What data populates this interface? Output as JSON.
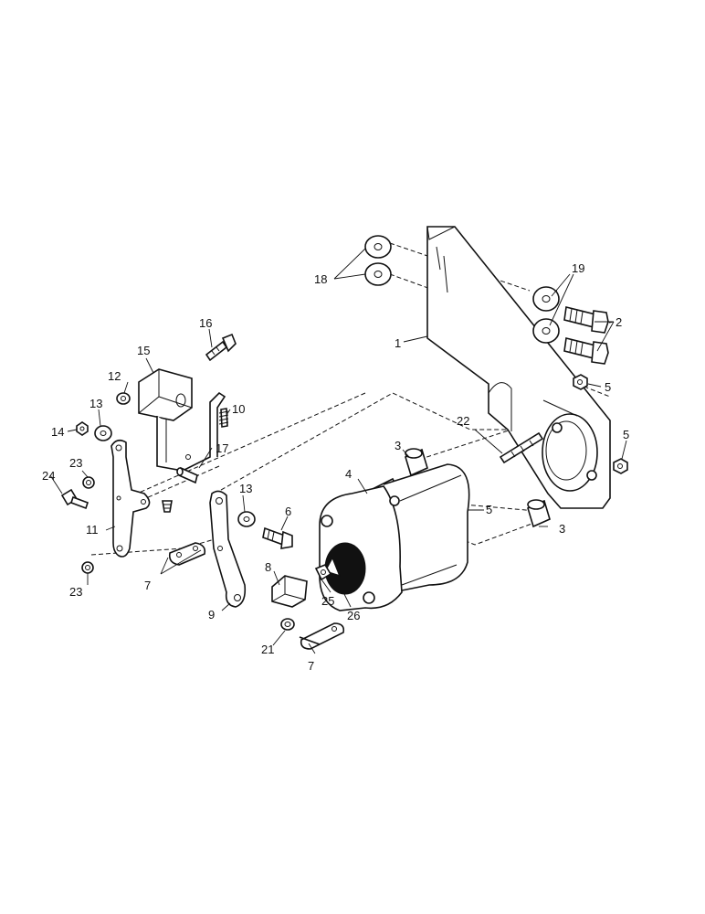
{
  "diagram": {
    "callouts": [
      "1",
      "2",
      "3",
      "3",
      "4",
      "5",
      "5",
      "5",
      "6",
      "7",
      "7",
      "8",
      "9",
      "10",
      "11",
      "12",
      "13",
      "13",
      "14",
      "15",
      "16",
      "17",
      "18",
      "19",
      "21",
      "22",
      "23",
      "23",
      "24",
      "25",
      "26"
    ]
  }
}
